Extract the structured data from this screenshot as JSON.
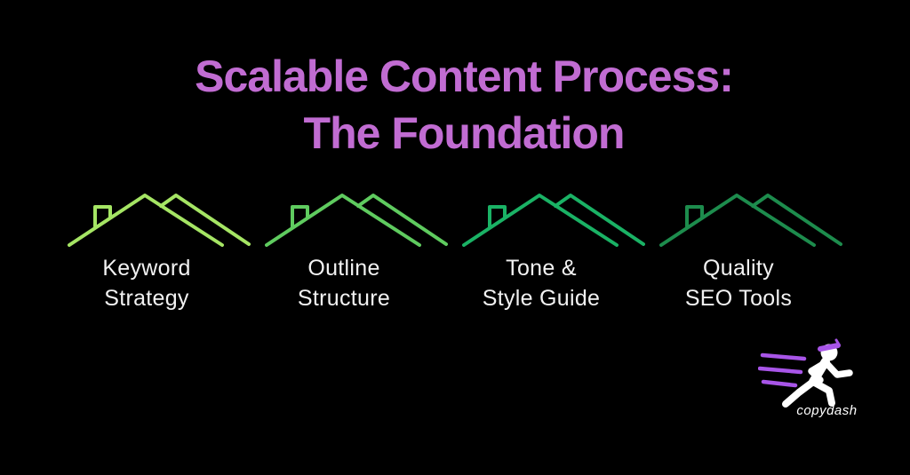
{
  "title": {
    "line1": "Scalable Content Process:",
    "line2": "The Foundation"
  },
  "cards": [
    {
      "icon": "roofline-icon",
      "lines": [
        "Keyword",
        "Strategy"
      ],
      "color": "#a5e564"
    },
    {
      "icon": "roofline-icon",
      "lines": [
        "Outline",
        "Structure"
      ],
      "color": "#5fcb5f"
    },
    {
      "icon": "roofline-icon",
      "lines": [
        "Tone &",
        "Style Guide"
      ],
      "color": "#1ab265"
    },
    {
      "icon": "roofline-icon",
      "lines": [
        "Quality",
        "SEO Tools"
      ],
      "color": "#1d8c4d"
    }
  ],
  "logo": {
    "brand": "copydash",
    "icon": "running-person-icon"
  },
  "colors": {
    "background": "#000000",
    "title-color": "#c16cd2",
    "label-color": "#f2f2f2",
    "logo-accent": "#a855e8",
    "figure-color": "#ffffff"
  }
}
